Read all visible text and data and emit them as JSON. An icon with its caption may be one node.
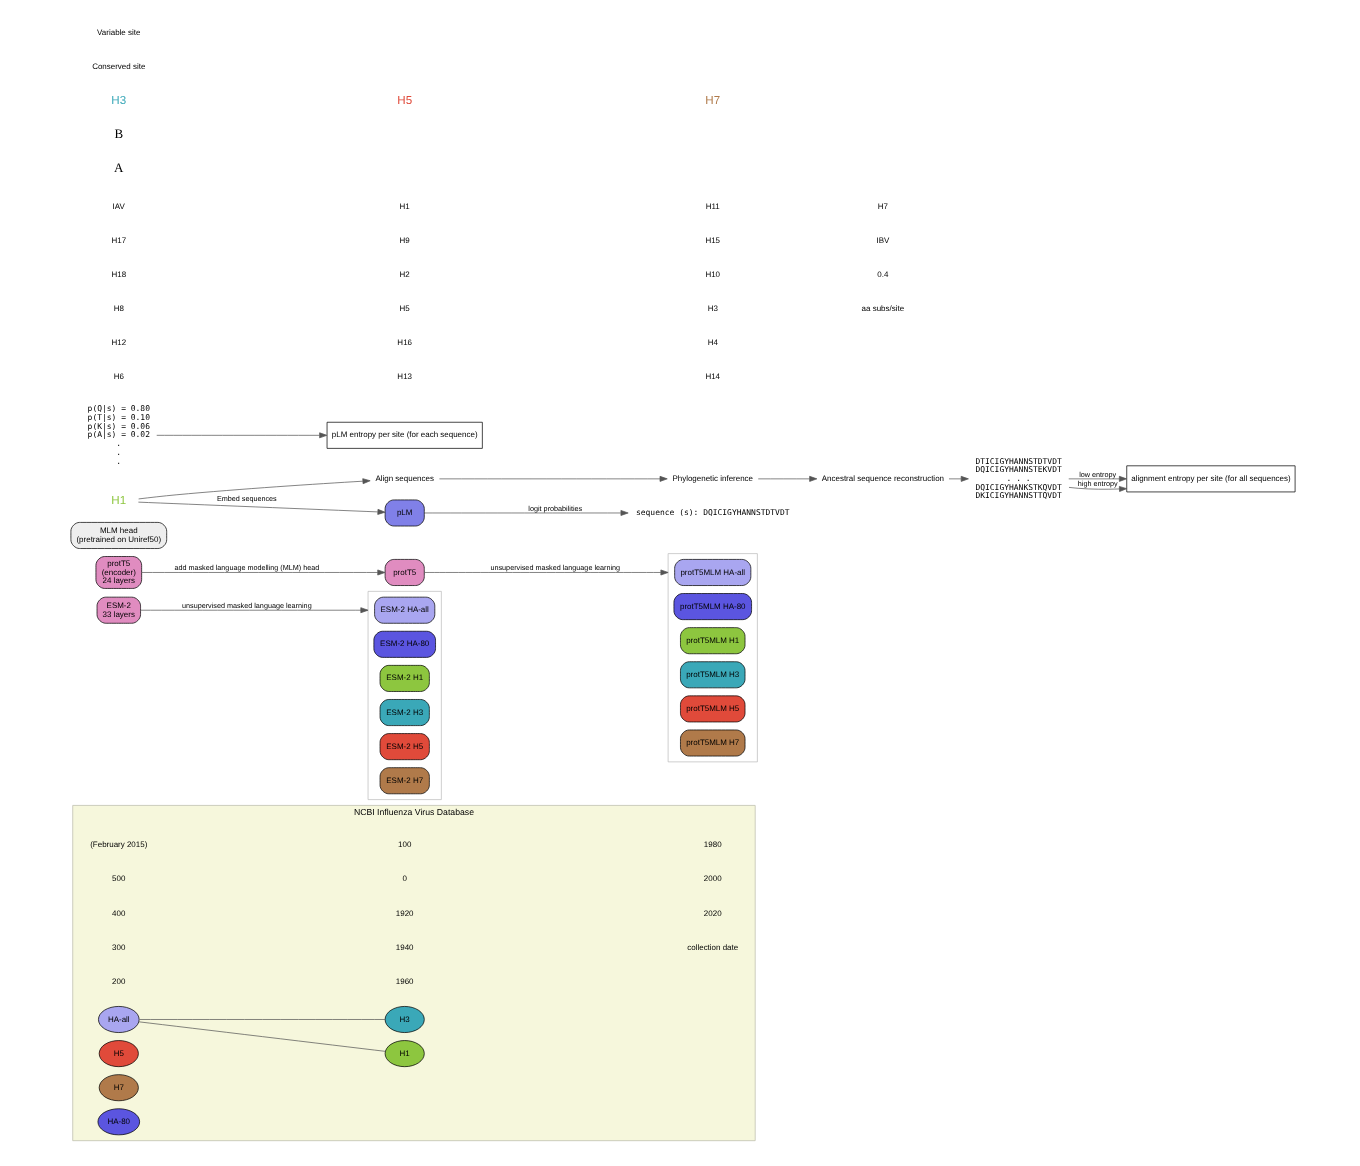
{
  "diagram": {
    "nodes": [
      {
        "text": [
          "NCBI Influenza Virus Database"
        ]
      },
      {
        "text": [
          "HA-all"
        ],
        "in": 0
      },
      {
        "text": [
          "H1"
        ],
        "in": 0
      },
      {
        "text": [
          "H3"
        ],
        "in": 0
      },
      {
        "text": [
          "H5"
        ],
        "in": 0
      },
      {
        "text": [
          "H7"
        ],
        "in": 0
      },
      {
        "text": [
          "HA-80"
        ],
        "in": 0
      },
      {
        "text": [
          "ESM-2",
          "33 layers"
        ]
      },
      {
        "text": [
          "protT5",
          "(encoder)",
          "24 layers"
        ]
      },
      {
        "text": [
          "MLM head",
          "(pretrained on Uniref50)"
        ]
      },
      {
        "text": [
          "protT5"
        ]
      },
      {
        "text": [],
        "shape": "box"
      },
      {
        "text": [
          "ESM-2 HA-all"
        ],
        "in": 11
      },
      {
        "text": [
          "ESM-2 HA-80"
        ],
        "in": 11
      },
      {
        "text": [
          "ESM-2 H1"
        ],
        "in": 11
      },
      {
        "text": [
          "ESM-2 H3"
        ],
        "in": 11
      },
      {
        "text": [
          "ESM-2 H5"
        ],
        "in": 11
      },
      {
        "text": [
          "ESM-2 H7"
        ],
        "in": 11
      },
      {
        "text": [],
        "shape": "box"
      },
      {
        "text": [
          "protT5MLM HA-all"
        ],
        "in": 18
      },
      {
        "text": [
          "protT5MLM HA-80"
        ],
        "in": 18
      },
      {
        "text": [
          "protT5MLM H1"
        ],
        "in": 18
      },
      {
        "text": [
          "protT5MLM H3"
        ],
        "in": 18
      },
      {
        "text": [
          "protT5MLM H5"
        ],
        "in": 18
      },
      {
        "text": [
          "protT5MLM H7"
        ],
        "in": 18
      },
      {
        "text": [
          "H1"
        ]
      },
      {
        "text": [
          "Align sequences"
        ]
      },
      {
        "text": [
          "Phylogenetic inference"
        ]
      },
      {
        "text": [
          "Ancestral sequence reconstruction"
        ]
      },
      {
        "text": [
          "DTICIGYHANNSTDTVDT",
          "DQICIGYHANNSTEKVDT",
          ". . .",
          "DQICIGYHANKSTKQVDT",
          "DKICIGYHANNSTTQVDT"
        ]
      },
      {
        "text": [
          "alignment entropy per site (for all sequences)"
        ]
      },
      {
        "text": [
          "pLM"
        ]
      },
      {
        "text": [
          "sequence (s): DQICIGYHANNSTDTVDT"
        ]
      },
      {
        "text": [
          "p(Q|s) = 0.80",
          "p(T|s) = 0.10",
          "p(K|s) = 0.06",
          "p(A|s) = 0.02",
          ".",
          ".",
          "."
        ]
      },
      {
        "text": [
          "pLM entropy per site (for each sequence)"
        ]
      }
    ],
    "edges": [
      {
        "from": 1,
        "to": 2,
        "arrow": "none"
      },
      {
        "from": 1,
        "to": 3,
        "arrow": "none"
      },
      {
        "from": 7,
        "to": 11,
        "arrow": "to",
        "label": "unsupervised masked language learning"
      },
      {
        "from": 8,
        "to": 10,
        "arrow": "to",
        "label": "add masked language modelling (MLM) head"
      },
      {
        "from": 10,
        "to": 18,
        "arrow": "to",
        "label": "unsupervised masked language learning"
      },
      {
        "from": 25,
        "to": 26,
        "arrow": "to"
      },
      {
        "from": 25,
        "to": 31,
        "arrow": "to",
        "label": "Embed sequences"
      },
      {
        "from": 26,
        "to": 27,
        "arrow": "to"
      },
      {
        "from": 27,
        "to": 28,
        "arrow": "to"
      },
      {
        "from": 28,
        "to": 29,
        "arrow": "to"
      },
      {
        "from": 29,
        "to": 30,
        "arrow": "to",
        "label": "low entropy"
      },
      {
        "from": 29,
        "to": 30,
        "arrow": "to",
        "label": "high entropy"
      },
      {
        "from": 31,
        "to": 32,
        "arrow": "to",
        "label": "logit probabilities"
      },
      {
        "from": 33,
        "to": 34,
        "arrow": "to"
      }
    ],
    "labels": [
      "A",
      "B",
      "(February 2015)",
      "500",
      "400",
      "300",
      "200",
      "100",
      "0",
      "1920",
      "1940",
      "1960",
      "1980",
      "2000",
      "2020",
      "collection date",
      "IAV",
      "H17",
      "H18",
      "H8",
      "H12",
      "H6",
      "H1",
      "H9",
      "H2",
      "H5",
      "H16",
      "H13",
      "H11",
      "H15",
      "H10",
      "H3",
      "H4",
      "H14",
      "H7",
      "IBV",
      "0.4",
      "aa subs/site",
      "H3",
      "H5",
      "H7",
      "Conserved site",
      "Variable site"
    ]
  }
}
